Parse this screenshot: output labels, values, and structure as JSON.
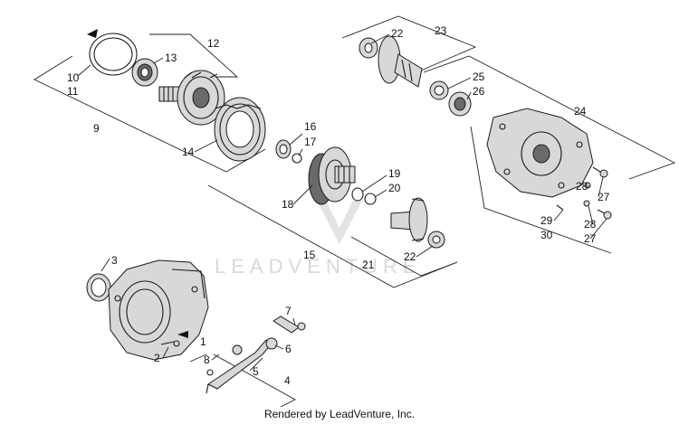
{
  "callouts": {
    "c1": "1",
    "c2": "2",
    "c3": "3",
    "c4": "4",
    "c5": "5",
    "c6": "6",
    "c7": "7",
    "c8": "8",
    "c9": "9",
    "c10": "10",
    "c11": "11",
    "c12": "12",
    "c13": "13",
    "c14": "14",
    "c15": "15",
    "c16": "16",
    "c17": "17",
    "c18": "18",
    "c19": "19",
    "c20": "20",
    "c21": "21",
    "c22a": "22",
    "c22b": "22",
    "c23": "23",
    "c24": "24",
    "c25": "25",
    "c26": "26",
    "c27a": "27",
    "c27b": "27",
    "c28a": "28",
    "c28b": "28",
    "c29": "29",
    "c30": "30"
  },
  "watermark": "LEADVENTURE",
  "footer": "Rendered by LeadVenture, Inc."
}
